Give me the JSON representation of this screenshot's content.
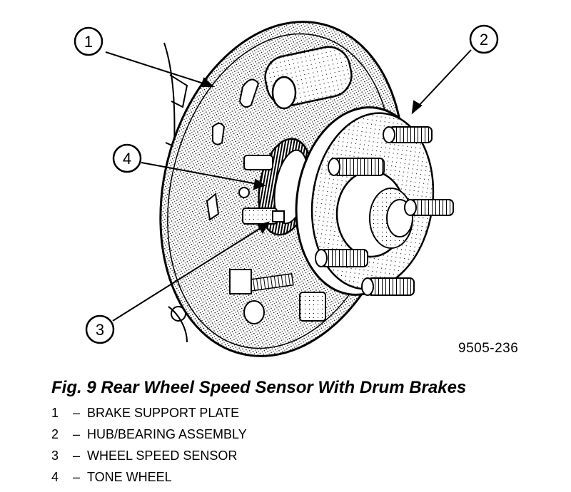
{
  "figure": {
    "caption": "Fig. 9 Rear Wheel Speed Sensor With Drum Brakes",
    "figure_id": "9505-236",
    "callouts": [
      "1",
      "2",
      "3",
      "4"
    ]
  },
  "legend": [
    {
      "number": "1",
      "separator": "–",
      "label": "BRAKE SUPPORT PLATE"
    },
    {
      "number": "2",
      "separator": "–",
      "label": "HUB/BEARING ASSEMBLY"
    },
    {
      "number": "3",
      "separator": "–",
      "label": "WHEEL SPEED SENSOR"
    },
    {
      "number": "4",
      "separator": "–",
      "label": "TONE WHEEL"
    }
  ]
}
